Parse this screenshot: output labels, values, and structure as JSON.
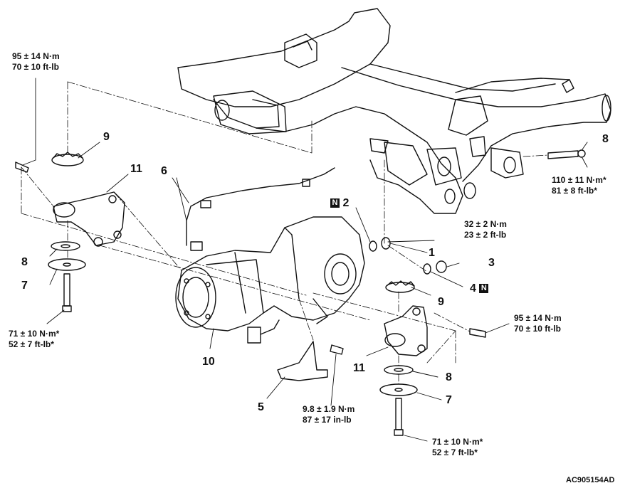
{
  "torque_specs": {
    "t95_left": [
      "95 ± 14 N·m",
      "70 ± 10 ft-lb"
    ],
    "t110": [
      "110 ± 11 N·m*",
      "81 ± 8 ft-lb*"
    ],
    "t32": [
      "32 ± 2 N·m",
      "23 ± 2 ft-lb"
    ],
    "t95_right": [
      "95 ± 14 N·m",
      "70 ± 10 ft-lb"
    ],
    "t71_left": [
      "71 ± 10 N·m*",
      "52 ± 7 ft-lb*"
    ],
    "t9_8": [
      "9.8 ± 1.9 N·m",
      "87 ± 17 in-lb"
    ],
    "t71_right": [
      "71 ± 10 N·m*",
      "52 ± 7 ft-lb*"
    ]
  },
  "callouts": {
    "n9_upper": "9",
    "n11_upper": "11",
    "n6": "6",
    "n2": "2",
    "n8_right": "8",
    "n1": "1",
    "n3": "3",
    "n4": "4",
    "n8_left": "8",
    "n7_left": "7",
    "n9_lower": "9",
    "n10": "10",
    "n11_lower": "11",
    "n8_lower": "8",
    "n5": "5",
    "n7_lower": "7"
  },
  "replace_marker": "N",
  "figure_code": "AC905154AD",
  "colors": {
    "line": "#111111",
    "background": "#ffffff",
    "marker_fill": "#111111"
  }
}
